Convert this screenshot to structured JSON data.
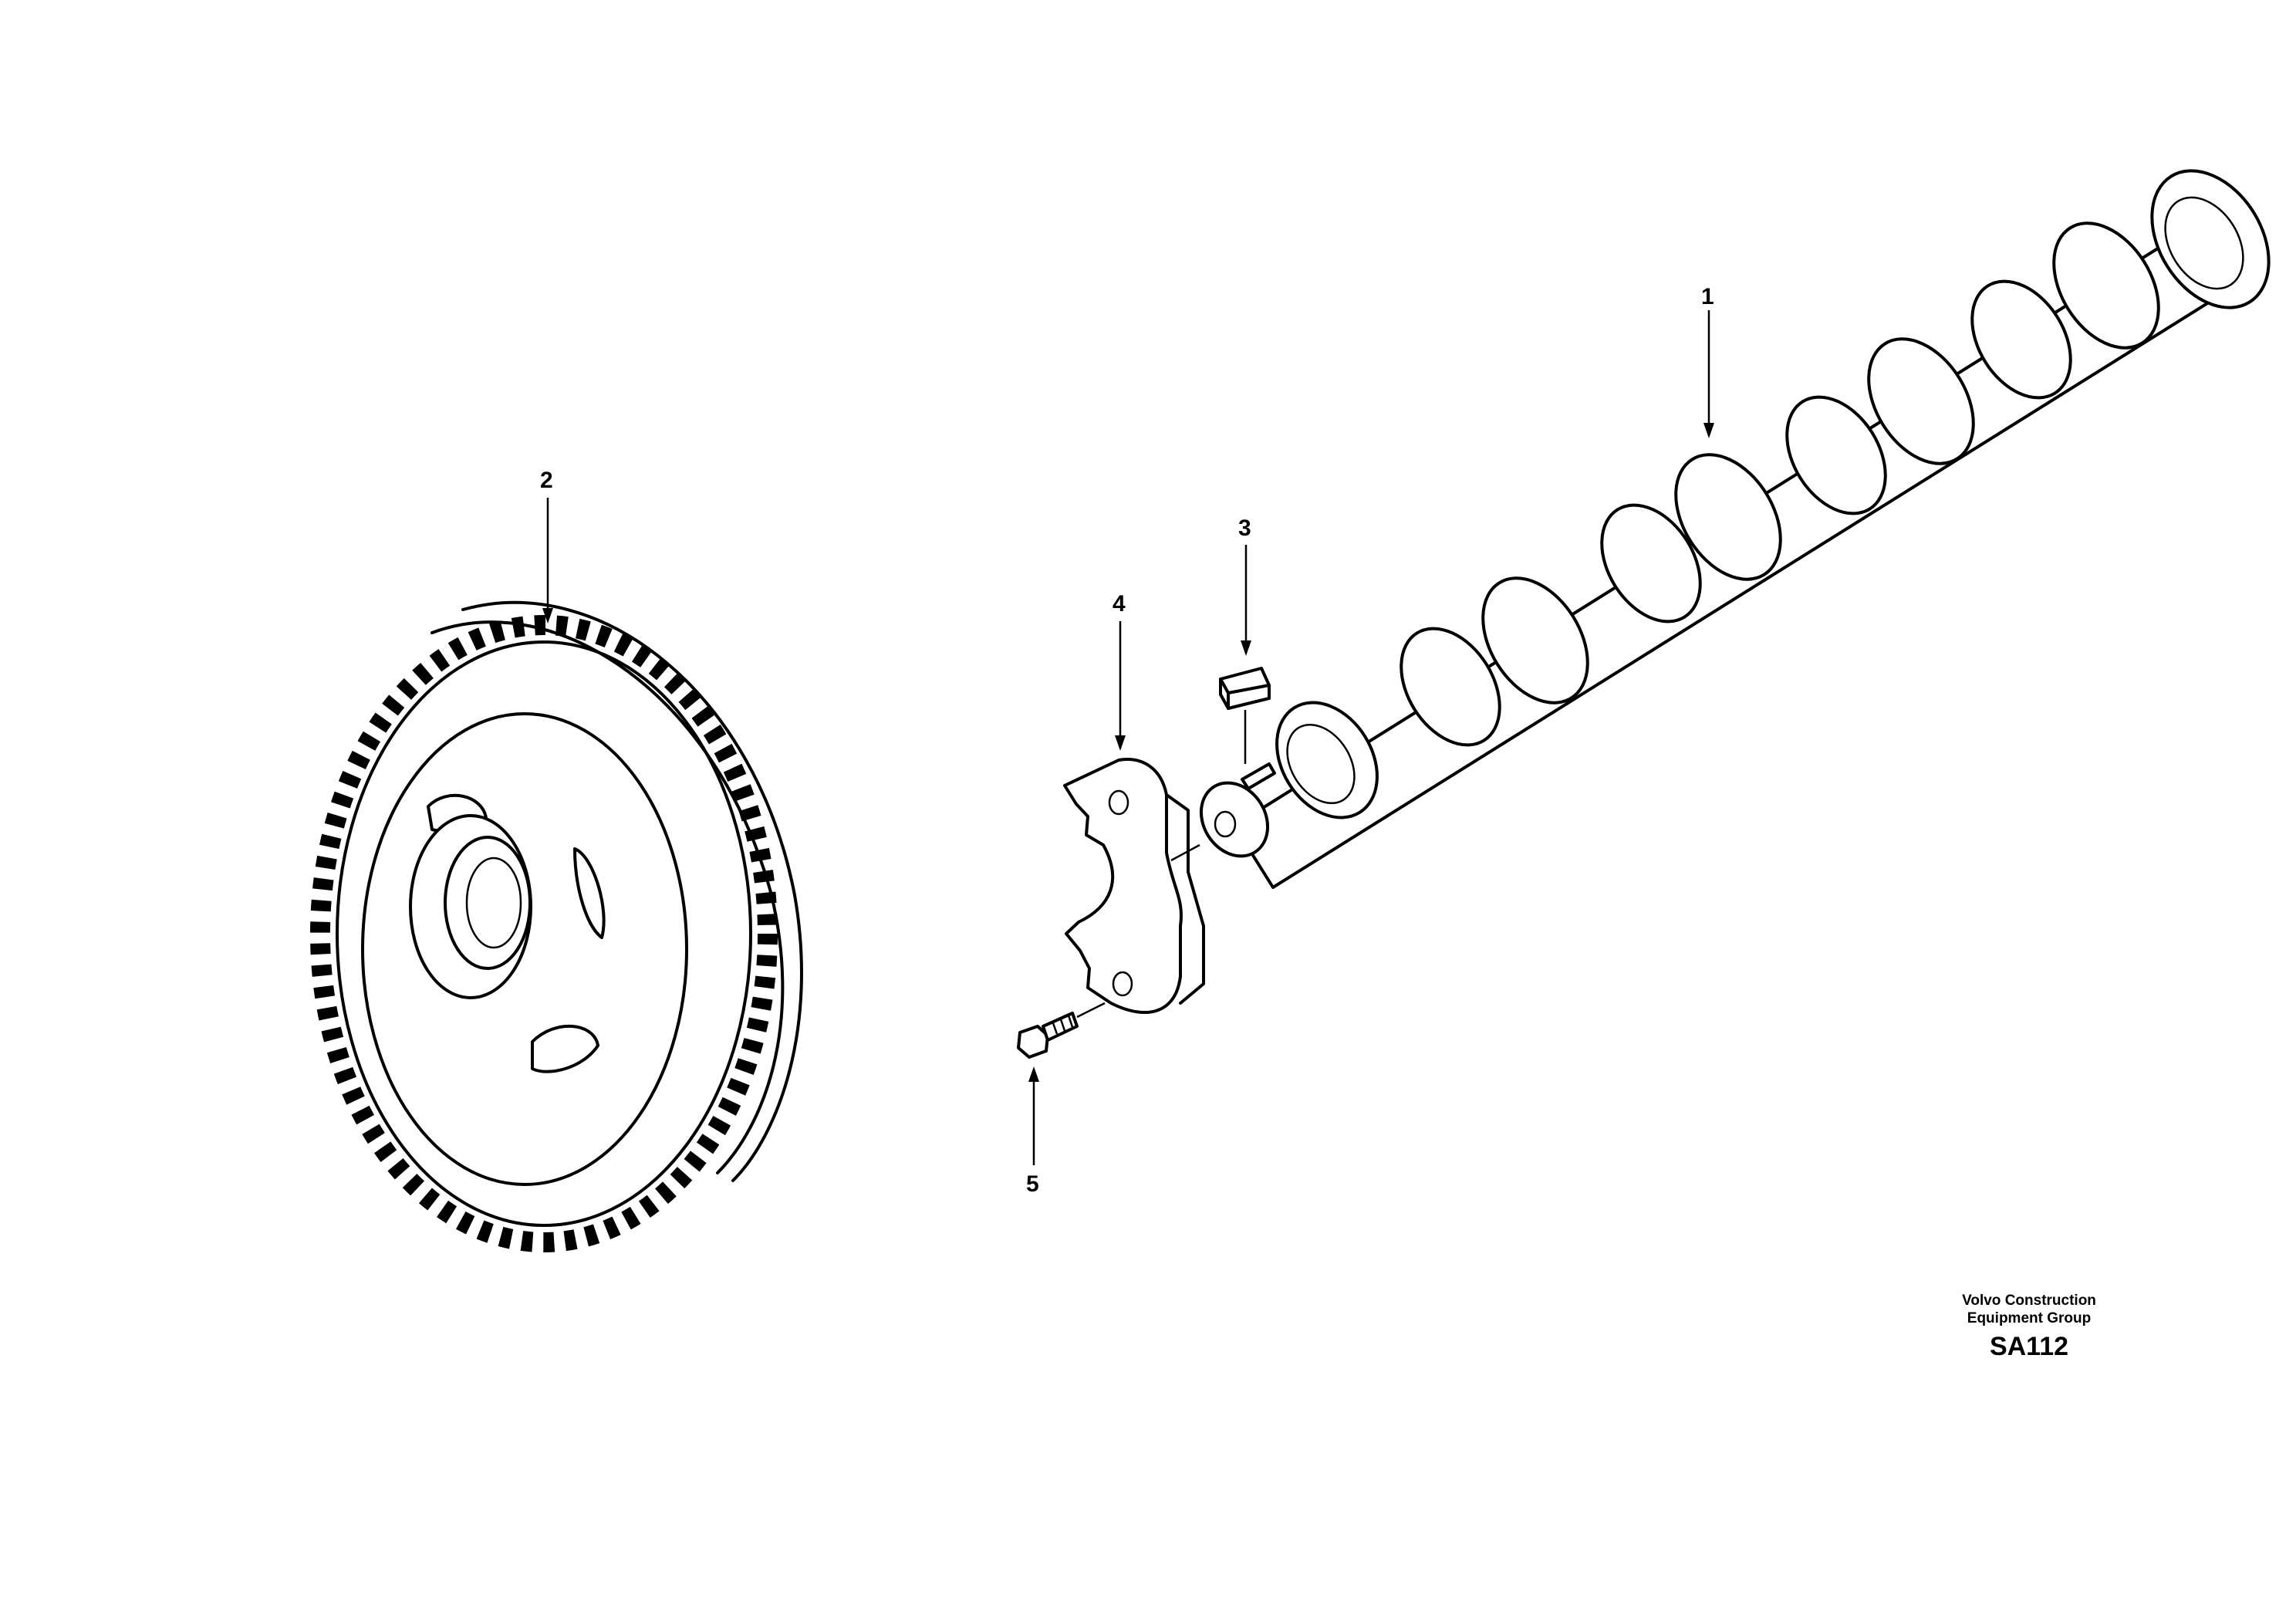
{
  "callouts": [
    {
      "id": "1",
      "label": "1",
      "part": "camshaft"
    },
    {
      "id": "2",
      "label": "2",
      "part": "gear"
    },
    {
      "id": "3",
      "label": "3",
      "part": "key"
    },
    {
      "id": "4",
      "label": "4",
      "part": "thrust-plate"
    },
    {
      "id": "5",
      "label": "5",
      "part": "bolt"
    }
  ],
  "footer": {
    "company_line1": "Volvo Construction",
    "company_line2": "Equipment Group",
    "figure_code": "SA112"
  },
  "colors": {
    "ink": "#000000",
    "paper": "#ffffff"
  }
}
